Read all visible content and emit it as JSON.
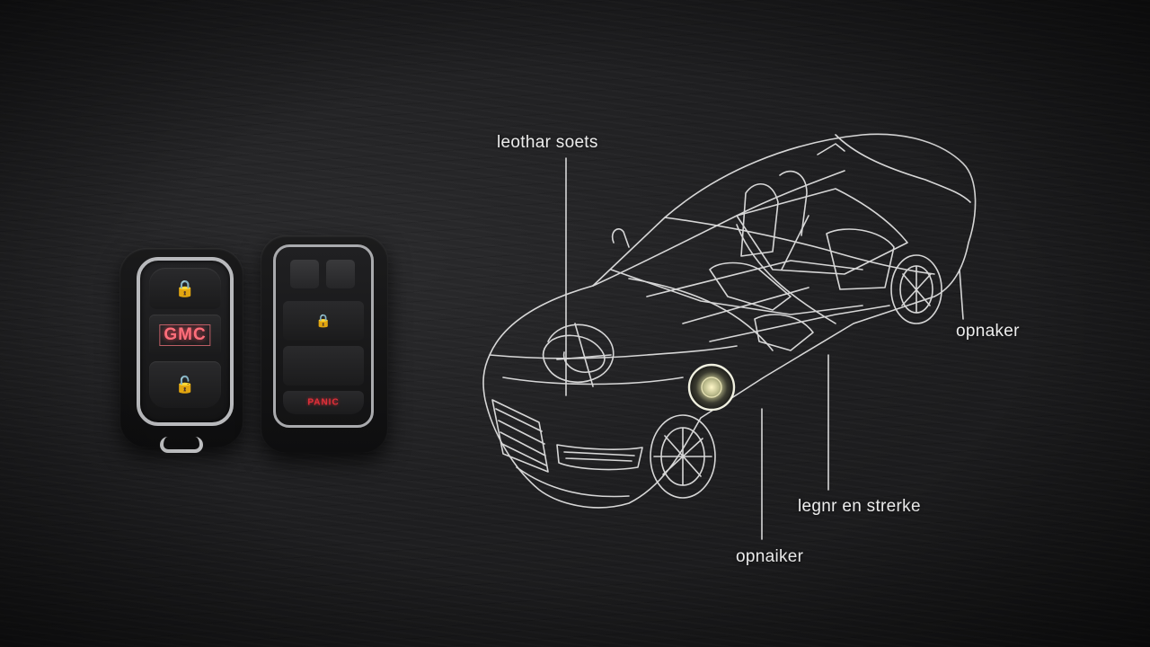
{
  "scene": {
    "background": "dark slate surface",
    "accent_colors": {
      "logo_glow": "#ff6e7a",
      "panic_red": "#e0303a",
      "line_art": "#e6e6e6",
      "speaker_glow": "#d8dcc0"
    }
  },
  "key_fobs": [
    {
      "name": "gmc-key-fob",
      "logo_text": "GMC",
      "buttons": [
        "lock-icon",
        "gmc-logo",
        "unlock-icon"
      ]
    },
    {
      "name": "remote-key-fob",
      "buttons": [
        "square-button",
        "square-button",
        "lock-icon",
        "blank-button",
        "panic-button"
      ],
      "panic_label": "PANIC"
    }
  ],
  "callouts": {
    "seats": "leothar soets",
    "speaker_right": "opnaker",
    "bottom_right": "legnr en strerke",
    "speaker_bottom": "opnaiker"
  }
}
